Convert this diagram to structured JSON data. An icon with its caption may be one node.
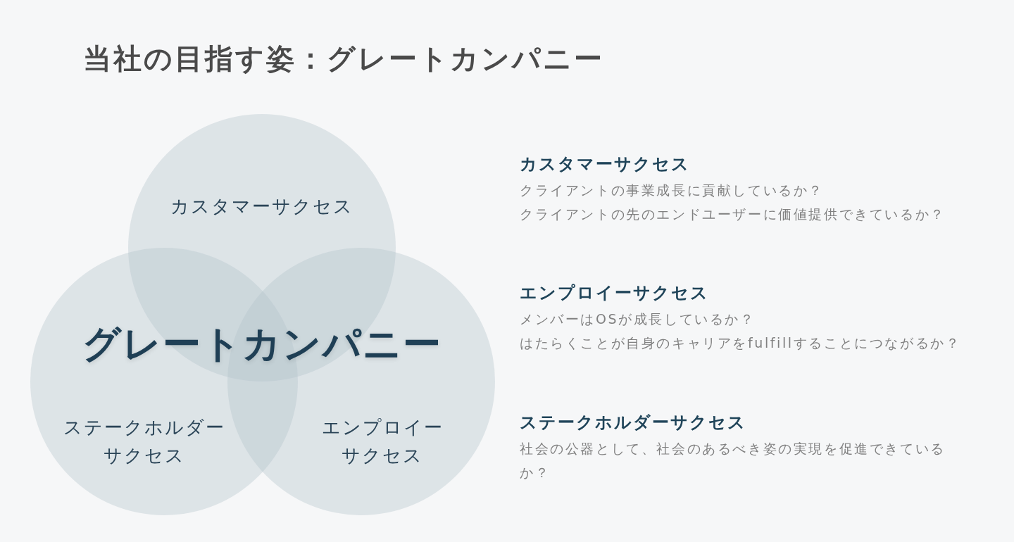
{
  "diagram": {
    "title": "当社の目指す姿：グレートカンパニー",
    "nodes": [
      {
        "text": [
          "カスタマーサクセス"
        ]
      },
      {
        "text": [
          "ステークホルダーサクセス"
        ]
      },
      {
        "text": [
          "エンプロイーサクセス"
        ]
      }
    ],
    "labels": [
      "グレートカンパニー",
      "カスタマーサクセス",
      "クライアントの事業成長に貢献しているか？",
      "クライアントの先のエンドユーザーに価値提供できているか？",
      "エンプロイーサクセス",
      "メンバーはOSが成長しているか？",
      "はたらくことが自身のキャリアをfulfillすることにつながるか？",
      "ステークホルダーサクセス",
      "社会の公器として、社会のあるべき姿の実現を促進できているか？"
    ]
  }
}
